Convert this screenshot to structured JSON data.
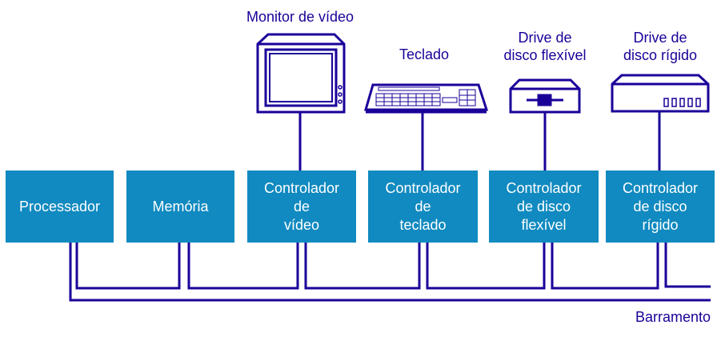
{
  "devices": {
    "monitor": "Monitor de vídeo",
    "keyboard": "Teclado",
    "floppy_line1": "Drive de",
    "floppy_line2": "disco flexível",
    "hdd_line1": "Drive de",
    "hdd_line2": "disco rígido"
  },
  "boxes": [
    {
      "lines": [
        "Processador"
      ]
    },
    {
      "lines": [
        "Memória"
      ]
    },
    {
      "lines": [
        "Controlador",
        "de",
        "vídeo"
      ]
    },
    {
      "lines": [
        "Controlador",
        "de",
        "teclado"
      ]
    },
    {
      "lines": [
        "Controlador",
        "de disco",
        "flexível"
      ]
    },
    {
      "lines": [
        "Controlador",
        "de disco",
        "rígido"
      ]
    }
  ],
  "bus_label": "Barramento",
  "colors": {
    "line": "#1a0099",
    "box": "#108ac0"
  }
}
